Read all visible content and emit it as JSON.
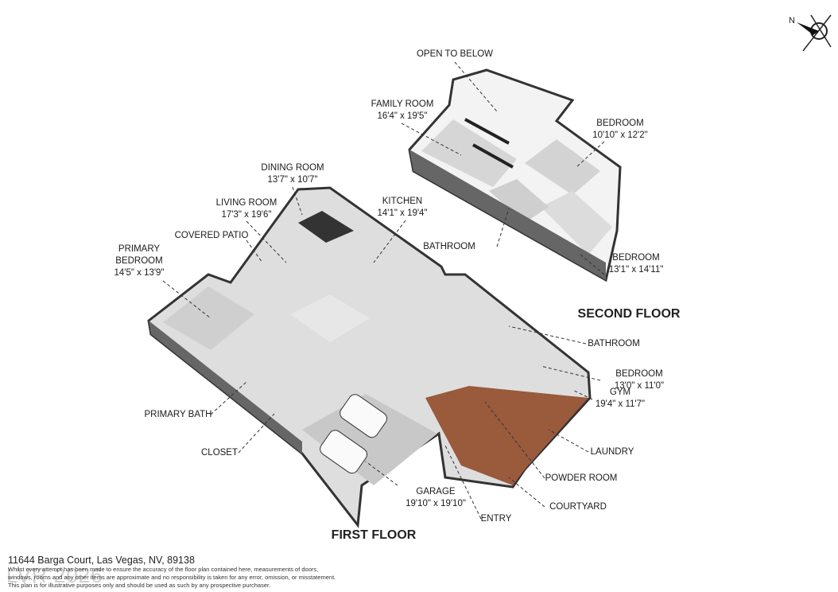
{
  "compass": {
    "north_label": "N"
  },
  "floors": {
    "first": "FIRST FLOOR",
    "second": "SECOND FLOOR"
  },
  "rooms": {
    "open_to_below": {
      "name": "OPEN TO BELOW"
    },
    "family_room": {
      "name": "FAMILY ROOM",
      "size": "16'4\" x 19'5\""
    },
    "bedroom_up_1": {
      "name": "BEDROOM",
      "size": "10'10\" x 12'2\""
    },
    "bathroom_up": {
      "name": "BATHROOM"
    },
    "bedroom_up_2": {
      "name": "BEDROOM",
      "size": "13'1\" x 14'11\""
    },
    "dining_room": {
      "name": "DINING ROOM",
      "size": "13'7\" x 10'7\""
    },
    "living_room": {
      "name": "LIVING ROOM",
      "size": "17'3\" x 19'6\""
    },
    "kitchen": {
      "name": "KITCHEN",
      "size": "14'1\" x 19'4\""
    },
    "covered_patio": {
      "name": "COVERED PATIO"
    },
    "primary_bedroom": {
      "name1": "PRIMARY",
      "name2": "BEDROOM",
      "size": "14'5\" x 13'9\""
    },
    "bathroom_down": {
      "name": "BATHROOM"
    },
    "bedroom_down": {
      "name": "BEDROOM",
      "size": "13'0\" x 11'0\""
    },
    "gym": {
      "name": "GYM",
      "size": "19'4\" x 11'7\""
    },
    "primary_bath": {
      "name": "PRIMARY BATH"
    },
    "laundry": {
      "name": "LAUNDRY"
    },
    "closet": {
      "name": "CLOSET"
    },
    "powder_room": {
      "name": "POWDER ROOM"
    },
    "garage": {
      "name": "GARAGE",
      "size": "19'10\" x 19'10\""
    },
    "courtyard": {
      "name": "COURTYARD"
    },
    "entry": {
      "name": "ENTRY"
    }
  },
  "footer": {
    "address": "11644 Barga Court, Las Vegas, NV, 89138",
    "disclaimer_1": "Whilst every attempt has been made to ensure the accuracy of the floor plan contained here, measurements of doors,",
    "disclaimer_2": "windows, rooms and any other items are approximate and no responsibility is taken for any error, omission, or misstatement.",
    "disclaimer_3": "This plan is for illustrative purposes only and should be used as such by any prospective purchaser.",
    "watermark": "LVR 2026"
  },
  "colors": {
    "floor": "#d9d9d9",
    "wall": "#3a3a3a",
    "courtyard": "#9a5a3c"
  }
}
